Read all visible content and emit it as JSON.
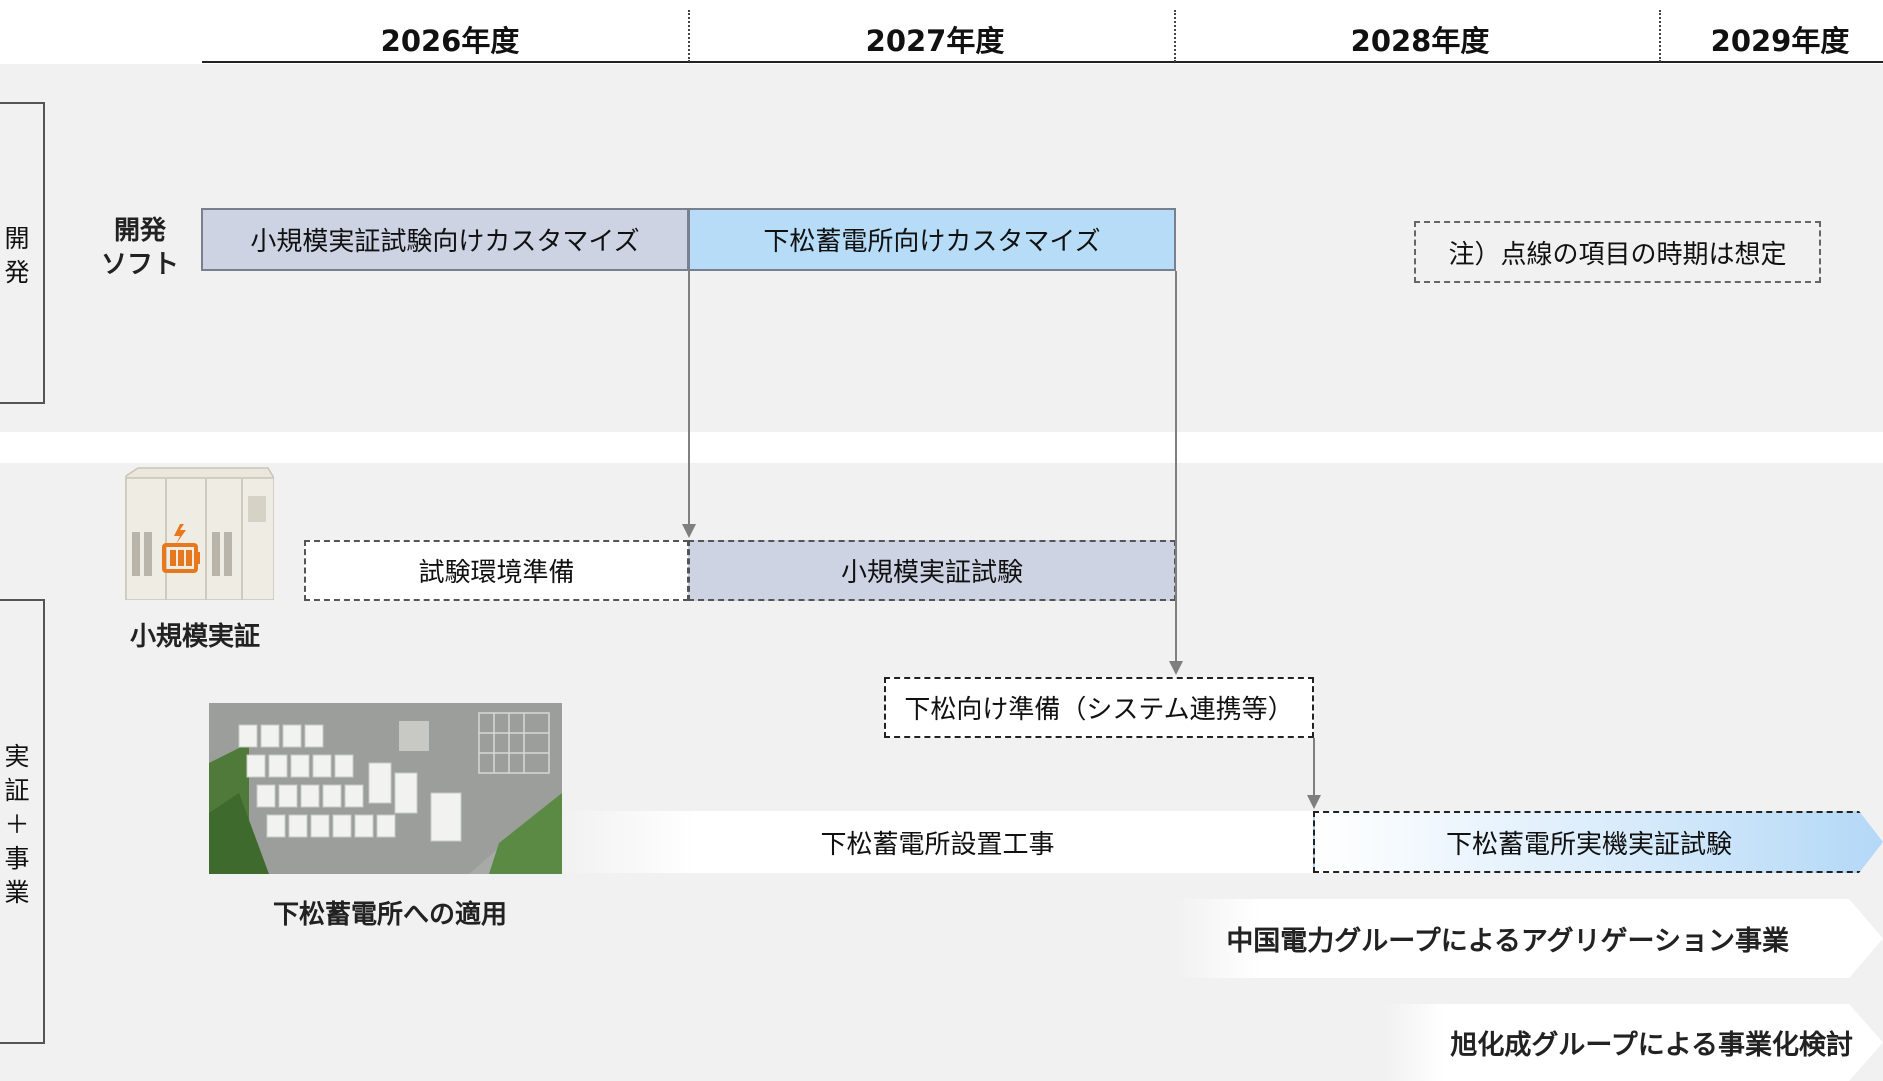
{
  "header": {
    "years": [
      "2026年度",
      "2027年度",
      "2028年度",
      "2029年度"
    ]
  },
  "sections": {
    "development": {
      "label_chars": [
        "開",
        "発"
      ]
    },
    "demonstration": {
      "label_chars": [
        "実",
        "証",
        "＋",
        "事",
        "業"
      ]
    }
  },
  "development": {
    "row_label": [
      "開発",
      "ソフト"
    ],
    "tasks": {
      "customize_small": "小規模実証試験向けカスタマイズ",
      "customize_shimomatsu": "下松蓄電所向けカスタマイズ"
    },
    "note": "注）点線の項目の時期は想定"
  },
  "small_demo": {
    "caption": "小規模実証",
    "tasks": {
      "env_prep": "試験環境準備",
      "small_test": "小規模実証試験"
    }
  },
  "shimomatsu": {
    "caption": "下松蓄電所への適用",
    "tasks": {
      "prep": "下松向け準備（システム連携等）",
      "construction": "下松蓄電所設置工事",
      "real_test": "下松蓄電所実機実証試験"
    }
  },
  "business": {
    "chugoku": "中国電力グループによるアグリゲーション事業",
    "asahi": "旭化成グループによる事業化検討"
  },
  "colors": {
    "purple_box": "#ced3e4",
    "blue_box": "#b7dcf8",
    "band_gray": "#f1f1f1",
    "battery_orange": "#e8781e"
  }
}
